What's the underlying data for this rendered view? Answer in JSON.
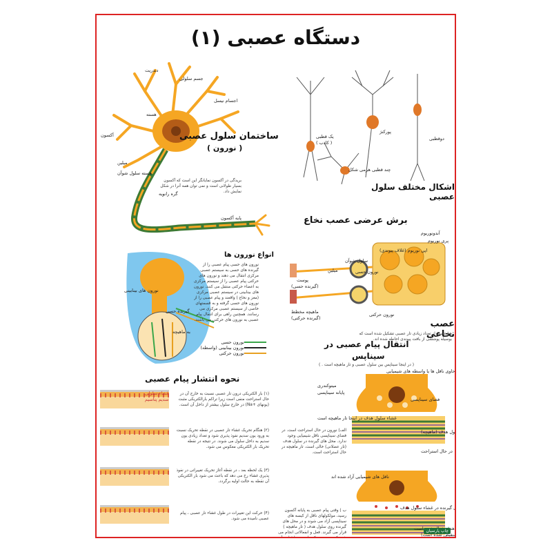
{
  "title": "دستگاه عصبی (۱)",
  "neuron": {
    "heading_1": "ساختمان سلول عصبی",
    "heading_2": "( نورون )",
    "labels": {
      "dendrite": "دندریت",
      "cell_body": "جسم سلولی",
      "nissl": "اجسام نیسل",
      "nucleus": "هسته",
      "axon": "آکسون",
      "myelin": "میلین",
      "schwann": "هسته سلول شوآن",
      "ranvier": "گره رانویه",
      "axon_foot": "پایه آکسون"
    },
    "note": "بریدگی در آکسون نمایانگر این است که آکسون بسیار طولانی است و نمی توان همه آنرا در شکل نمایش داد."
  },
  "shapes": {
    "heading": "اشکال مختلف سلول عصبی",
    "labels": {
      "purkinje": "پورکنژ",
      "unipolar": "یک قطبی",
      "pseudo": "( کاذب )",
      "bipolar": "دوقطبی",
      "multipolar": "چند قطبی هرمی شکل"
    }
  },
  "nerve_section": {
    "heading": "برش عرضی عصب نخاع",
    "labels": {
      "endoneurium": "آندونوریوم",
      "perineurium": "پری نوریوم",
      "epineurium": "اپی نوریوم (غلاف پیوندی)",
      "schwann": "سلول شوآن",
      "myelin": "میلین",
      "sensory_neuron": "نورون حسی",
      "skin": "پوست",
      "skin_sub": "(گیرنده حسی)",
      "muscle": "ماهیچه مخطط",
      "muscle_sub": "(گیرنده حرکتی)",
      "motor_neuron": "نورون حرکتی"
    },
    "spinal_heading": "عصب نخاعی",
    "spinal_text": "هر عصب از تعداد زیادی تار عصبی تشکیل شده است که بوسیله پوششی از بافت پیوندی احاطه شده اند."
  },
  "types": {
    "heading": "انواع نورون ها",
    "text": "نورون های حسی پیام عصبی را از گیرنده های حسی به سیستم عصبی مرکزی انتقال می دهند و نورون های حرکتی پیام عصبی را از سیستم مرکزی به اعضاء حرکتی منتقل می کنند. نورون های بینابینی در سیستم عصبی مرکزی (مغز و نخاع ) واقعند و پیام عصبی را از نورون های حسی گرفته و به قسمتهای خاصی از سیستم عصبی مرکزی می رسانند. همچنین راهی برای انتقال پیام عصبی به نورون های حرکتی می باشند.",
    "labels": {
      "inter": "نورون های بینابینی",
      "receptor": "گیرنده حسی",
      "muscle": "به ماهیچه"
    },
    "legend": [
      {
        "label": "نورون حسی",
        "color": "#3aa64a"
      },
      {
        "label": "نورون بینابینی (واسطه)",
        "color": "#222222"
      },
      {
        "label": "نورون حرکتی",
        "color": "#e8a020"
      }
    ]
  },
  "impulse": {
    "heading": "نحوه انتشار پیام عصبی",
    "tags": {
      "membrane": "غشاء سلولی",
      "sodium": "سدیم پتاسیم"
    },
    "steps": [
      "(۱) بار الکتریکی درون تار عصبی نسبت به خارج آن در حال استراحت منفی است زیرا تراکم بارالکتریکی مثبت (یونهای +Na) در خارج سلول بیشتر از داخل آن است.",
      "(۲) هنگام تحریک غشاء تار عصبی در نقطه تحریک نسبت به ورود یون سدیم نفوذ پذیری شود و تعداد زیادی یون سدیم به داخل سلول می شوند. در نتیجه در نقطه تحریک بار الکتریکی معکوس می شود.",
      "(۳) یک لحظه بعد ، در نقطه آغاز تحریک تغییراتی در نفوذ پذیری غشاء رخ می دهد که باعث می شود بار الکتریکی آن نقطه به حالت اولیه برگردد.",
      "(۴) حرکت این تغییرات در طول غشاء تار عصبی ، پیام عصبی نامیده می شود."
    ]
  },
  "synapse": {
    "heading_1": "انتقال پیام عصبی در",
    "heading_2": "سیناپس",
    "sub": "( در اینجا سیناپس بین سلول عصبی و تار ماهیچه است . )",
    "labels": {
      "vesicle": "کیسه های سیناپسی حاوی ناقل ها یا واسطه های شیمیایی",
      "mito": "میتوکندری",
      "terminal": "پایانه سیناپسی",
      "cleft": "فضای سیناپسی",
      "membrane": "غشاء سلول هدف در اینجا تار ماهیچه است",
      "target": "سلول هدف (ماهیچه)",
      "rest": "در حال استراحت",
      "released": "ناقل های شیمیایی آزاد شده اند",
      "receptors": "محل های گیرنده در غشاء سلول هدف",
      "active": "سلول های هدف فعال شده است",
      "active_sub": "(منقبض شده است)"
    },
    "text_rest": "الف) نورون در حال استراحت است. در فضای سیناپسی ناقل شیمیایی وجود ندارد. محل های گیرنده در سلول هدف (تار عضلانی) خالی است. تار ماهیچه در حال استراحت است.",
    "text_active": "ب ) وقتی پیام عصبی به پایانه آکسون رسید، مولکولهای ناقل از کیسه های سیناپسی آزاد می شوند و در محل های گیرنده روی سلول هدف ( تار ماهیچه ) قرار می گیرند. فعل و انفعالاتی انجام می شود که سبب تحریک ماهیچه و انقباض آن می گردد."
  },
  "publisher": "چاپ پارسیان",
  "colors": {
    "border": "#dd2222",
    "neuron": "#f5a623",
    "myelin": "#3d7a34",
    "body_bg": "#7fc7ee"
  }
}
